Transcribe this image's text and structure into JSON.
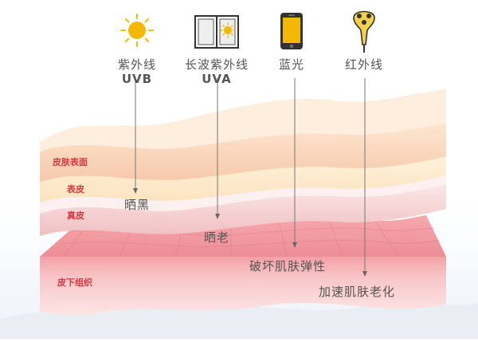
{
  "sources": [
    {
      "name": "紫外线",
      "sub": "UVB",
      "icon": "sun-icon"
    },
    {
      "name": "长波紫外线",
      "sub": "UVA",
      "icon": "window-sun-icon"
    },
    {
      "name": "蓝光",
      "sub": "",
      "icon": "smartphone-icon"
    },
    {
      "name": "红外线",
      "sub": "",
      "icon": "infrared-lamp-icon"
    }
  ],
  "layers": {
    "surface": "皮肤表面",
    "epidermis": "表皮",
    "dermis": "真皮",
    "subcutis": "皮下组织"
  },
  "effects": {
    "uvb": "晒黑",
    "uva": "晒老",
    "blue_light": "破坏肌肤弹性",
    "infrared": "加速肌肤老化"
  },
  "colors": {
    "sun": "#f5b800",
    "label_red": "#d9363e",
    "arrow": "#777777",
    "text": "#555555"
  }
}
